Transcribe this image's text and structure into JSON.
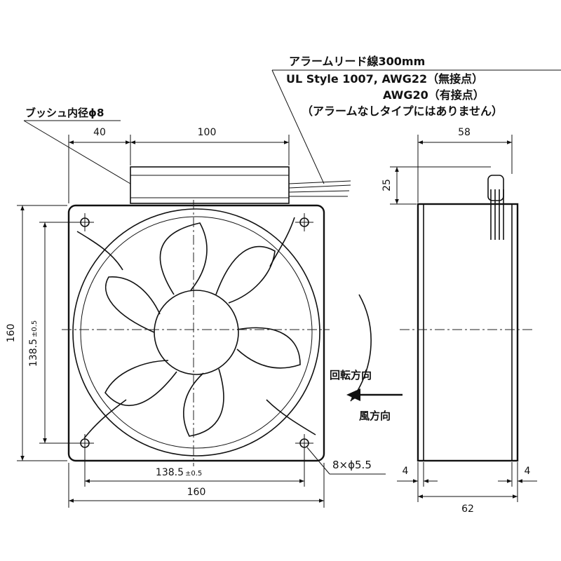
{
  "labels": {
    "alarm_lead": "アラームリード線300mm",
    "ul_style": "UL Style 1007, AWG22（無接点）",
    "awg20": "AWG20（有接点）",
    "no_alarm_note": "（アラームなしタイプにはありません）",
    "bushing": "ブッシュ内径ϕ8",
    "rotation": "回転方向",
    "airflow": "風方向",
    "holes": "8×ϕ5.5"
  },
  "dimensions": {
    "top_offset": "40",
    "bushing_width": "100",
    "side_depth": "58",
    "bushing_height": "25",
    "height_total": "160",
    "hole_pitch_v_main": "138.5",
    "hole_pitch_v_tol": "±0.5",
    "hole_pitch_h_main": "138.5",
    "hole_pitch_h_tol": "±0.5",
    "width_total": "160",
    "flange_left": "4",
    "flange_right": "4",
    "side_total": "62"
  }
}
